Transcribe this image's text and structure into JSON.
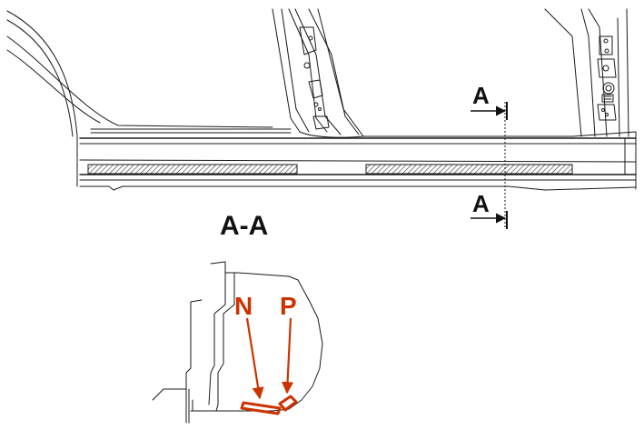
{
  "section_marker_top": "A",
  "section_marker_bottom": "A",
  "section_title": "A-A",
  "callouts": [
    {
      "id": "N",
      "label": "N"
    },
    {
      "id": "P",
      "label": "P"
    }
  ],
  "colors": {
    "line": "#1a1a1a",
    "highlight": "#cc3300",
    "hatch": "#333333"
  }
}
